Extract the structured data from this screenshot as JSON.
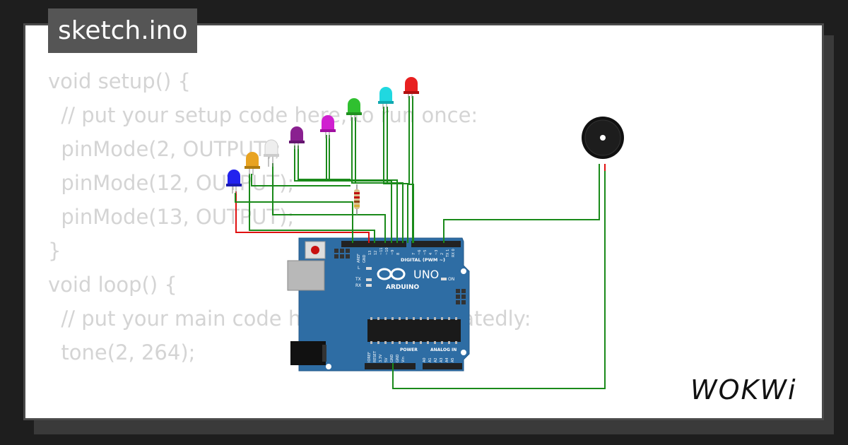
{
  "file_tab": {
    "title": "sketch.ino"
  },
  "code_lines": [
    "void setup() {",
    "  // put your setup code here, to run once:",
    "  pinMode(2, OUTPUT);",
    "  pinMode(12, OUTPUT);",
    "  pinMode(13, OUTPUT);",
    "",
    "}",
    "",
    "void loop() {",
    "  // put your main code here, to run repeatedly:",
    "  tone(2, 264);"
  ],
  "circuit": {
    "led_colors": [
      "#2222ee",
      "#e8a321",
      "#eeeeee",
      "#8a2090",
      "#d020d0",
      "#30c030",
      "#20d8e0",
      "#e82020"
    ],
    "wire_color": "#1a8a1a",
    "board_color": "#2e6da4",
    "board": {
      "logo_text": "ARDUINO",
      "model_text": "UNO",
      "digital_label": "DIGITAL (PWM ~)",
      "power_label": "POWER",
      "analog_label": "ANALOG IN",
      "aref": "AREF",
      "gnd": "GND",
      "on_label": "ON",
      "l_label": "L",
      "tx_label": "TX",
      "rx_label": "RX",
      "digital_pins": [
        "13",
        "12",
        "~11",
        "~10",
        "~9",
        "8",
        "7",
        "~6",
        "~5",
        "4",
        "~3",
        "2",
        "TX 1",
        "RX 0"
      ],
      "power_pins": [
        "IOREF",
        "RESET",
        "3.3V",
        "5V",
        "GND",
        "GND",
        "Vin"
      ],
      "analog_pins": [
        "A0",
        "A1",
        "A2",
        "A3",
        "A4",
        "A5"
      ]
    }
  },
  "brand": {
    "logo_text": "WOKWi"
  }
}
